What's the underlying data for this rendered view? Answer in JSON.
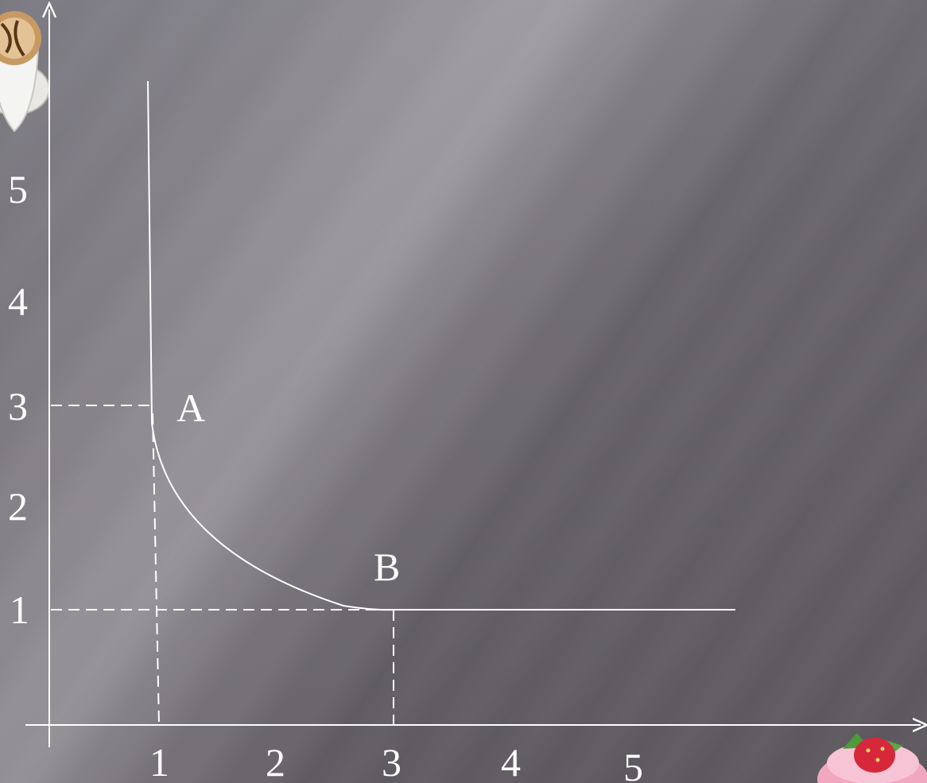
{
  "diagram": {
    "x_ticks": [
      "1",
      "2",
      "3",
      "4",
      "5"
    ],
    "y_ticks": [
      "1",
      "2",
      "3",
      "4",
      "5"
    ],
    "point_a_label": "A",
    "point_b_label": "B",
    "point_a": {
      "x": 1,
      "y": 3
    },
    "point_b": {
      "x": 3,
      "y": 1
    },
    "colors": {
      "background": "#5f5b61",
      "lines": "#ffffff",
      "cup": "#f4f4f2",
      "cake": "#f2a7c0",
      "strawberry": "#d6283a"
    },
    "corner_images": [
      "coffee-cup-picture",
      "strawberry-cake-picture"
    ]
  }
}
